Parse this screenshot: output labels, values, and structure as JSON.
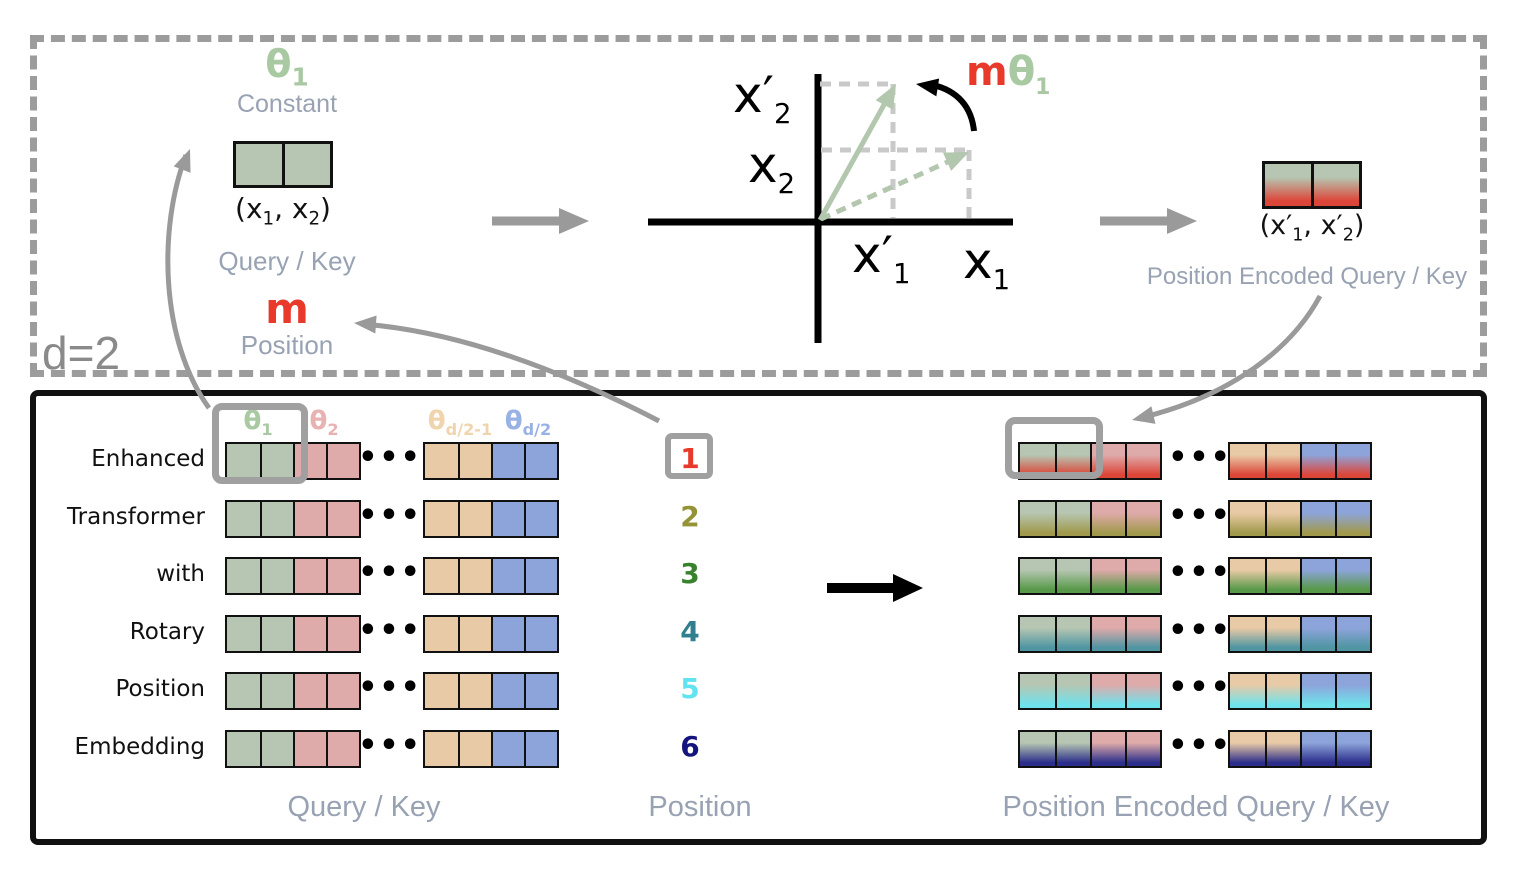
{
  "colors": {
    "cell_green": "#b6c6b2",
    "cell_pink": "#dfaaaa",
    "cell_tan": "#e9caa6",
    "cell_blue": "#8da4db",
    "header_green": "#a9c9a2",
    "header_pink": "#e8b2b2",
    "header_tan": "#f0d4ad",
    "header_blue": "#98b2e6",
    "label_gray": "#98a2b3",
    "red": "#e8392b",
    "sage": "#b3c6ae",
    "arrow_gray": "#9a9a9a",
    "highlight_gray": "#a0a0a0",
    "proj_gray": "#c9c9c9",
    "panel_dash_gray": "#9c9c9c",
    "d_label_gray": "#8a8a8a"
  },
  "top_panel": {
    "d_label": "d=2",
    "theta": {
      "base": "θ",
      "sub": "1"
    },
    "constant_label": "Constant",
    "query_key_coords": {
      "pre": "(x",
      "sub1": "1",
      "mid": ", x",
      "sub2": "2",
      "post": ")"
    },
    "query_key_label": "Query / Key",
    "m_label": "m",
    "position_label": "Position",
    "plot": {
      "x2_prime": {
        "base": "x′",
        "sub": "2"
      },
      "x2": {
        "base": "x",
        "sub": "2"
      },
      "x1_prime": {
        "base": "x′",
        "sub": "1"
      },
      "x1": {
        "base": "x",
        "sub": "1"
      },
      "m_theta": {
        "m": "m",
        "theta": "θ",
        "sub": "1"
      }
    },
    "encoded_coords": {
      "pre": "(x′",
      "sub1": "1",
      "mid": ", x′",
      "sub2": "2",
      "post": ")"
    },
    "encoded_label": "Position Encoded Query / Key"
  },
  "bottom_panel": {
    "headers": [
      {
        "base": "θ",
        "sub": "1",
        "color": "#a9c9a2"
      },
      {
        "base": "θ",
        "sub": "2",
        "color": "#e8b2b2"
      },
      {
        "base": "θ",
        "sub": "d/2-1",
        "color": "#f0d4ad"
      },
      {
        "base": "θ",
        "sub": "d/2",
        "color": "#98b2e6"
      }
    ],
    "ellipsis": "•••",
    "rows": [
      {
        "word": "Enhanced",
        "position": "1",
        "pos_color": "#e8392b",
        "blend": "#dc4639"
      },
      {
        "word": "Transformer",
        "position": "2",
        "pos_color": "#949336",
        "blend": "#a19a4d"
      },
      {
        "word": "with",
        "position": "3",
        "pos_color": "#38812d",
        "blend": "#579948"
      },
      {
        "word": "Rotary",
        "position": "4",
        "pos_color": "#2f7f8e",
        "blend": "#4f95a2"
      },
      {
        "word": "Position",
        "position": "5",
        "pos_color": "#62e3f0",
        "blend": "#6fe2ec"
      },
      {
        "word": "Embedding",
        "position": "6",
        "pos_color": "#14147e",
        "blend": "#2b2e8a"
      }
    ],
    "footer_labels": {
      "query_key": "Query / Key",
      "position": "Position",
      "encoded": "Position Encoded Query / Key"
    }
  }
}
